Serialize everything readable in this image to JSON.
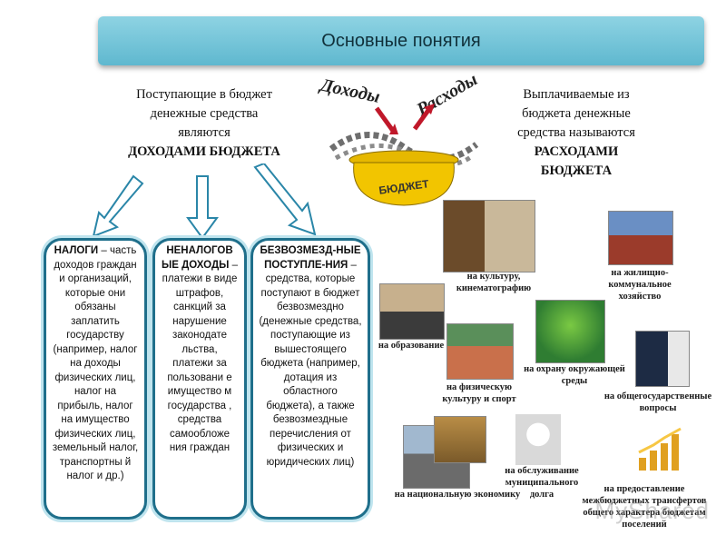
{
  "title": "Основные понятия",
  "hero": {
    "word_income": "Доходы",
    "word_expense": "Расходы",
    "pot_label": "БЮДЖЕТ"
  },
  "left_intro": {
    "text": "Поступающие в бюджет денежные средства являются",
    "bold": "ДОХОДАМИ БЮДЖЕТА"
  },
  "right_intro": {
    "text": "Выплачиваемые из бюджета денежные средства называются",
    "bold": "РАСХОДАМИ БЮДЖЕТА"
  },
  "cards": [
    {
      "head": "НАЛОГИ",
      "text": "– часть доходов граждан и организаций, которые они обязаны заплатить государству (например, налог на доходы физических лиц, налог на прибыль, налог на имущество физических лиц, земельный налог, транспортны й налог и др.)"
    },
    {
      "head": "НЕНАЛОГОВ ЫЕ ДОХОДЫ",
      "text": "– платежи в виде штрафов, санкций за нарушение законодате льства, платежи за пользовани е имущество м государства , средства самообложе ния граждан"
    },
    {
      "head": "БЕЗВОЗМЕЗД-НЫЕ ПОСТУПЛЕ-НИЯ",
      "text": "– средства, которые поступают в бюджет безвозмездно (денежные средства, поступающие из вышестоящего бюджета (например, дотация из областного бюджета), а также безвозмездные перечисления от физических и юридических лиц)"
    }
  ],
  "expenses": {
    "culture": "на культуру, кинематографию",
    "housing": "на жилищно-коммунальное хозяйство",
    "education": "на образование",
    "environment": "на охрану окружающей среды",
    "sport": "на физическую культуру и спорт",
    "state_issues": "на общегосударственные вопросы",
    "debt": "на обслуживание муниципального долга",
    "economy": "на национальную экономику",
    "transfers": "на предоставление межбюджетных трансфертов общего характера бюджетам поселений"
  },
  "watermark": "MyShared"
}
